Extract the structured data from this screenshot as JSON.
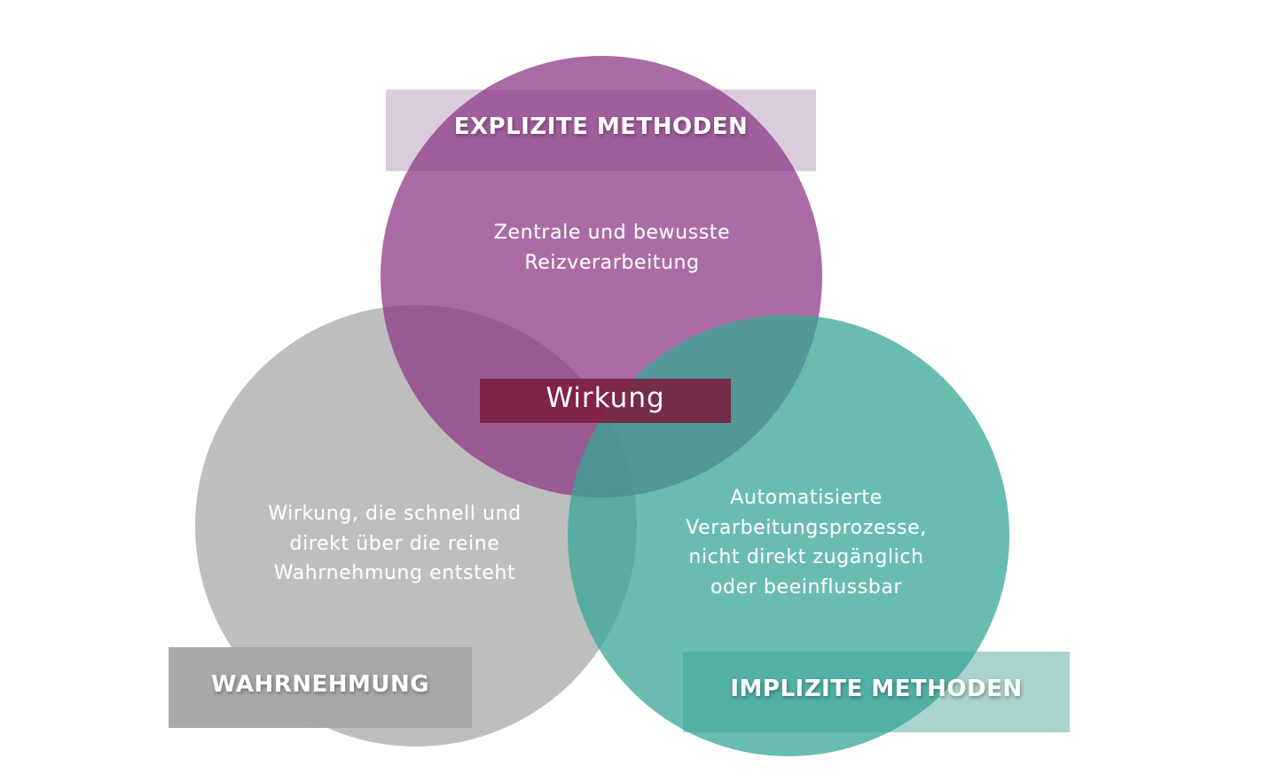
{
  "diagram": {
    "explicit": {
      "title": "EXPLIZITE METHODEN",
      "description_lines": [
        "Zentrale und bewusste",
        "Reizverarbeitung"
      ]
    },
    "perception": {
      "title": "WAHRNEHMUNG",
      "description_lines": [
        "Wirkung, die schnell und",
        "direkt über die reine",
        "Wahrnehmung entsteht"
      ]
    },
    "implicit": {
      "title": "IMPLIZITE METHODEN",
      "description_lines": [
        "Automatisierte",
        "Verarbeitungsprozesse,",
        "nicht direkt zugänglich",
        "oder beeinflussbar"
      ]
    },
    "center": {
      "label": "Wirkung"
    }
  },
  "colors": {
    "explicit": "#8e3a87",
    "perception": "#a8a8a8",
    "implicit": "#35a595",
    "center_box": "#7a1a3a"
  }
}
